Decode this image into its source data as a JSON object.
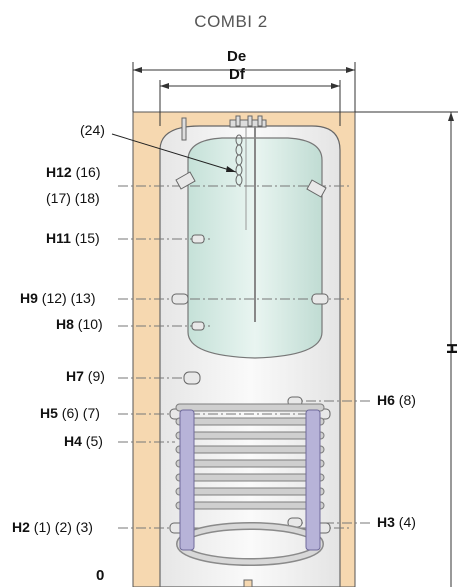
{
  "title": "COMBI 2",
  "dimensions": {
    "outer_diameter": "De",
    "inner_diameter": "Df",
    "height": "H",
    "base": "0"
  },
  "callout": "(24)",
  "connections": [
    {
      "id": "H12",
      "refs": "(16)",
      "refs2": "(17) (18)"
    },
    {
      "id": "H11",
      "refs": "(15)"
    },
    {
      "id": "H9",
      "refs": "(12) (13)"
    },
    {
      "id": "H8",
      "refs": "(10)"
    },
    {
      "id": "H7",
      "refs": "(9)"
    },
    {
      "id": "H6",
      "refs": "(8)"
    },
    {
      "id": "H5",
      "refs": "(6) (7)"
    },
    {
      "id": "H4",
      "refs": "(5)"
    },
    {
      "id": "H3",
      "refs": "(4)"
    },
    {
      "id": "H2",
      "refs": "(1) (2) (3)"
    }
  ],
  "colors": {
    "insulation": "#f6d8b0",
    "tank": "#f1f1f1",
    "inner_tank": "#d6ebe5",
    "coil": "#c8c8c8",
    "clamp": "#b7b3d8"
  }
}
